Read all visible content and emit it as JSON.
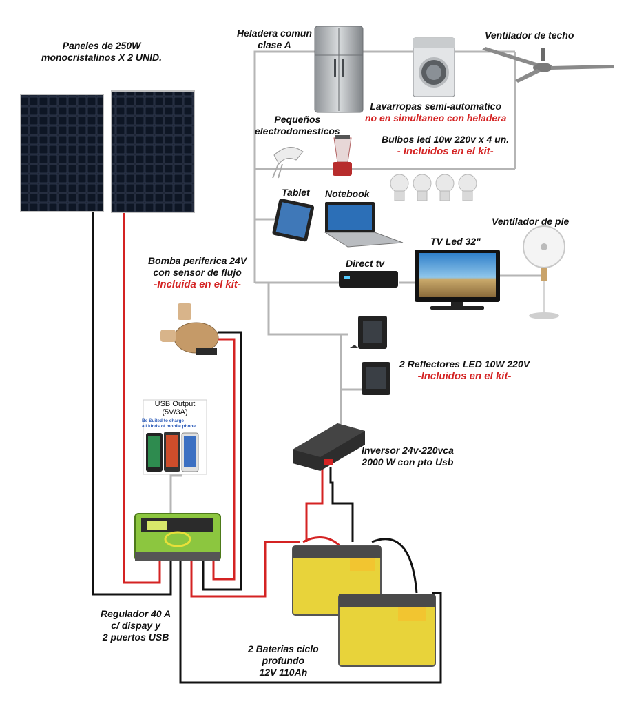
{
  "labels": {
    "panels_line1": "Paneles de 250W",
    "panels_line2": "monocristalinos  X 2 UNID.",
    "fridge_line1": "Heladera comun",
    "fridge_line2": "clase A",
    "fan_ceiling": "Ventilador de techo",
    "washer_line1": "Lavarropas semi-automatico",
    "washer_line2": "no en simultaneo con heladera",
    "small_appl_line1": "Pequeños",
    "small_appl_line2": "electrodomesticos",
    "bulbs_line1": "Bulbos led 10w 220v  x 4 un.",
    "bulbs_line2": "- Incluidos en el kit-",
    "tablet": "Tablet",
    "notebook": "Notebook",
    "fan_stand": "Ventilador de pie",
    "tv": "TV Led 32\"",
    "direct_tv": "Direct tv",
    "pump_line1": "Bomba periferica 24V",
    "pump_line2": "con sensor de flujo",
    "pump_line3": "-Incluida en el kit-",
    "reflectors_line1": "2 Reflectores  LED 10W  220V",
    "reflectors_line2": "-Incluidos en el kit-",
    "usb_title_line1": "USB Output",
    "usb_title_line2": "(5V/3A)",
    "usb_sub_line1": "Be Suited to charge",
    "usb_sub_line2": "all kinds of mobile phone",
    "inverter_line1": "Inversor 24v-220vca",
    "inverter_line2": "2000 W con pto Usb",
    "regulator_line1": "Regulador 40 A",
    "regulator_line2": "c/ dispay  y",
    "regulator_line3": "2 puertos USB",
    "batteries_line1": "2 Baterias ciclo",
    "batteries_line2": "profundo",
    "batteries_line3": "12V  110Ah"
  },
  "colors": {
    "positive_wire": "#d42323",
    "negative_wire": "#111111",
    "ac_wire": "#b5b5b5",
    "battery_body": "#e8d33a",
    "regulator_body": "#8cc63f",
    "note_red": "#d42323"
  },
  "icons": [
    "solar-panel",
    "refrigerator",
    "washing-machine",
    "ceiling-fan",
    "hand-mixer",
    "blender",
    "led-bulb",
    "tablet",
    "laptop",
    "tv",
    "satellite-receiver",
    "standing-fan",
    "flood-light",
    "water-pump",
    "smartphone",
    "charge-controller",
    "power-inverter",
    "battery"
  ]
}
